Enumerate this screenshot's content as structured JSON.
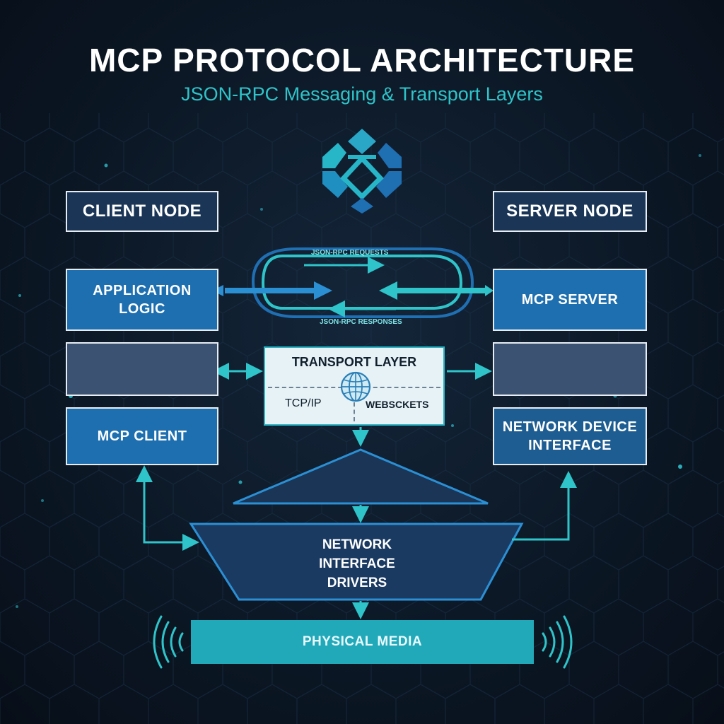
{
  "header": {
    "title": "MCP PROTOCOL ARCHITECTURE",
    "subtitle": "JSON-RPC Messaging & Transport Layers"
  },
  "nodes": {
    "client_node": "CLIENT NODE",
    "server_node": "SERVER NODE",
    "application_logic": "APPLICATION\nLOGIC",
    "mcp_server": "MCP SERVER",
    "mcp_client": "MCP CLIENT",
    "network_device_interface": "NETWORK DEVICE\nINTERFACE",
    "network_interface_drivers": "NETWORK\nINTERFACE\nDRIVERS",
    "physical_media": "PHYSICAL MEDIA"
  },
  "messaging": {
    "requests": "JSON-RPC REQUESTS",
    "responses": "JSON-RPC RESPONSES"
  },
  "transport": {
    "title": "TRANSPORT LAYER",
    "left": "TCP/IP",
    "right": "WEBSCKETS"
  },
  "colors": {
    "background": "#0c1826",
    "accent_cyan": "#2ec4c9",
    "box_blue": "#1e6fb0",
    "node_dark": "#1a3556",
    "slate": "#3b5272"
  },
  "icons": {
    "logo": "mcp-logo-icon",
    "globe": "globe-icon",
    "signal_left": "signal-waves-left-icon",
    "signal_right": "signal-waves-right-icon"
  }
}
